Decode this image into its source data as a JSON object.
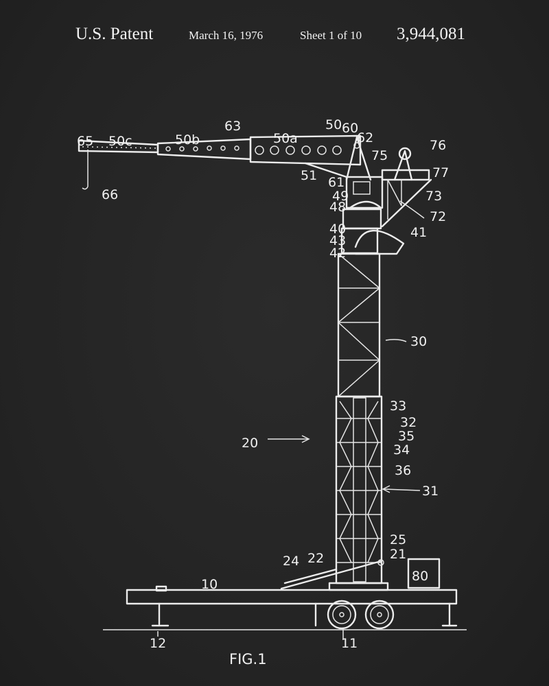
{
  "header": {
    "title": "U.S. Patent",
    "date": "March 16, 1976",
    "sheet": "Sheet 1 of 10",
    "patent_number": "3,944,081"
  },
  "figure": {
    "caption": "FIG.1",
    "labels": [
      "65",
      "50c",
      "50b",
      "63",
      "50a",
      "50",
      "60",
      "62",
      "76",
      "75",
      "77",
      "51",
      "61",
      "49",
      "73",
      "48",
      "72",
      "40",
      "41",
      "43",
      "42",
      "66",
      "30",
      "33",
      "32",
      "35",
      "34",
      "36",
      "31",
      "20",
      "25",
      "21",
      "24",
      "22",
      "10",
      "80",
      "12",
      "11"
    ]
  },
  "colors": {
    "background": "#262626",
    "ink": "#ececec"
  }
}
